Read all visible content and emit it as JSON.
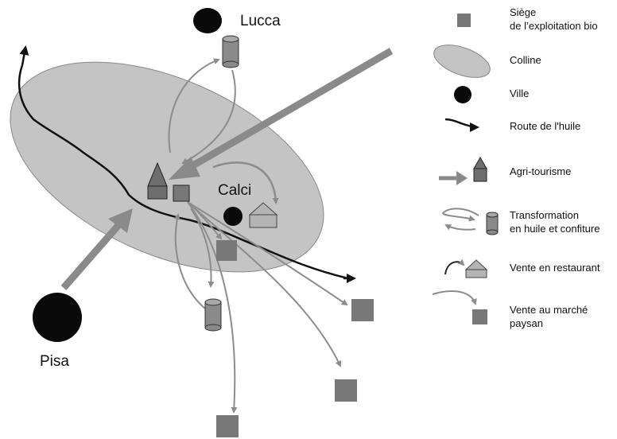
{
  "map": {
    "cities": {
      "lucca": "Lucca",
      "pisa": "Pisa",
      "calci": "Calci"
    }
  },
  "legend": {
    "siege": [
      "Siège",
      "de l’exploitation bio"
    ],
    "colline": "Colline",
    "ville": "Ville",
    "route": "Route de l'huile",
    "agritourisme": "Agri-tourisme",
    "transformation": [
      "Transformation",
      "en huile et confiture"
    ],
    "restaurant": "Vente en restaurant",
    "marche": [
      "Vente au marché",
      "paysan"
    ]
  },
  "colors": {
    "hill_fill": "#c4c4c4",
    "hill_stroke": "#888888",
    "square": "#787878",
    "arrow": "#8c8c8c",
    "big_arrow": "#8a8a8a",
    "city": "#0a0a0a",
    "cylinder": "#8a8a8a",
    "house_light": "#b4b4b4"
  }
}
